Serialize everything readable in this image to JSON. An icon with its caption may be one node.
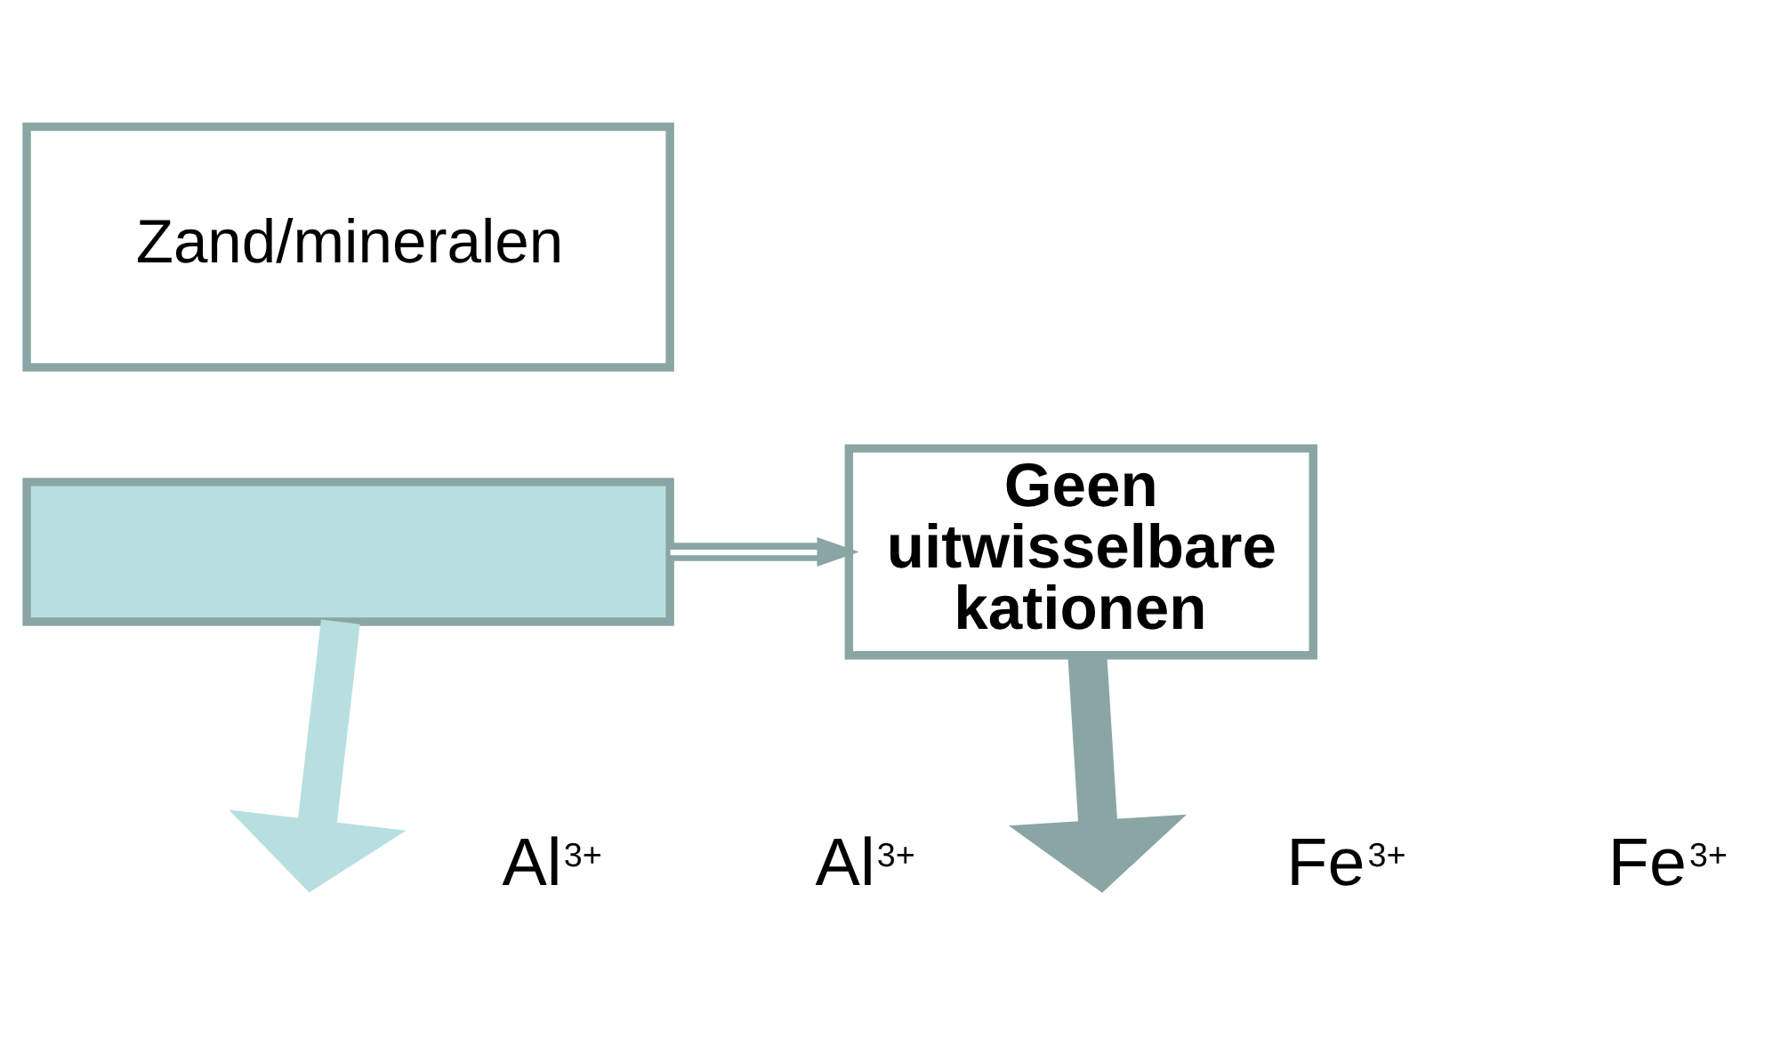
{
  "diagram": {
    "nodes": [
      {
        "text": [
          "Zand/mineralen"
        ]
      },
      {
        "text": [],
        "shape": "bar"
      },
      {
        "text": [
          "Geen uitwisselbare kationen"
        ]
      }
    ],
    "edges": [
      {
        "from": 1,
        "to": 2,
        "arrow": "to"
      },
      {
        "from": 1,
        "to": null,
        "arrow": "to",
        "color": "#b7dfe0"
      },
      {
        "from": 2,
        "to": null,
        "arrow": "to"
      }
    ],
    "labels": [
      "Al$^{3+}$",
      "Al$^{3+}$",
      "Fe$^{3+}$",
      "Fe$^{3+}$"
    ]
  }
}
